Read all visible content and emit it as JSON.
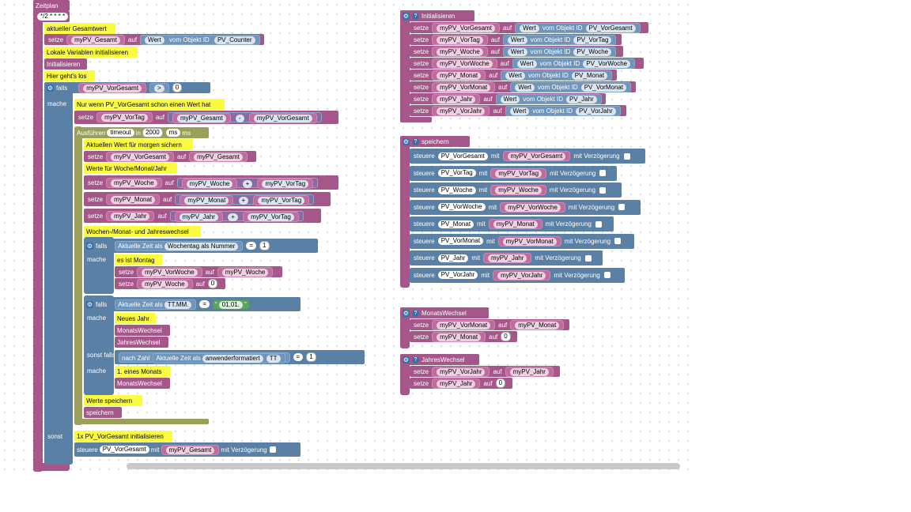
{
  "left": {
    "header": "Zeitplan",
    "cron": "*/2 * * * *",
    "c_gesamt": "aktueller Gesamtwert",
    "set_gesamt": {
      "kw": "setze",
      "var": "myPV_Gesamt",
      "auf": "auf",
      "wert": "Wert",
      "vom": "vom Objekt ID",
      "id": "PV_Counter"
    },
    "c_lokal": "Lokale Variablen initialisieren",
    "init": "Initialisieren",
    "c_los": "Hier geht's los",
    "falls": "falls",
    "mache": "mache",
    "sonst": "sonst",
    "sonstfalls": "sonst falls",
    "if1": {
      "var": "myPV_VorGesamt",
      "op": ">",
      "n": "0"
    },
    "c_nur": "Nur wenn PV_VorGesamt schon einen Wert hat",
    "set_vortag": {
      "var": "myPV_VorTag",
      "a": "myPV_Gesamt",
      "op": "-",
      "b": "myPV_VorGesamt"
    },
    "timeout": {
      "kw": "Ausführen",
      "t": "timeout",
      "in": "in",
      "ms": "2000",
      "unit": "ms",
      "unit2": "ms"
    },
    "c_sichern": "Aktuellen Wert für morgen sichern",
    "set_vg": {
      "var": "myPV_VorGesamt",
      "val": "myPV_Gesamt"
    },
    "c_woche": "Werte für Woche/Monat/Jahr",
    "set_woche": {
      "var": "myPV_Woche",
      "a": "myPV_Woche",
      "op": "+",
      "b": "myPV_VorTag"
    },
    "set_monat": {
      "var": "myPV_Monat",
      "a": "myPV_Monat",
      "op": "+",
      "b": "myPV_VorTag"
    },
    "set_jahr": {
      "var": "myPV_Jahr",
      "a": "myPV_Jahr",
      "op": "+",
      "b": "myPV_VorTag"
    },
    "c_wechsel": "Wochen-/Monat- und Jahreswechsel",
    "if2": {
      "kw": "Aktuelle Zeit als",
      "fmt": "Wochentag als Nummer",
      "op": "=",
      "n": "1"
    },
    "c_montag": "es ist Montag",
    "set_vw": {
      "var": "myPV_VorWoche",
      "val": "myPV_Woche"
    },
    "set_w0": {
      "var": "myPV_Woche",
      "n": "0"
    },
    "if3": {
      "kw": "Aktuelle Zeit als",
      "fmt": "TT.MM.",
      "op": "=",
      "q1": "“",
      "txt": "01.01.",
      "q2": "”"
    },
    "c_neujahr": "Neues Jahr",
    "monatswechsel": "MonatsWechsel",
    "jahreswechsel": "JahresWechsel",
    "if4": {
      "kw": "nach Zahl",
      "zeit": "Aktuelle Zeit als",
      "fmt": "anwenderformatiert",
      "tt": "TT",
      "op": "=",
      "n": "1"
    },
    "c_ersten": "1. eines Monats",
    "c_speichern": "Werte speichern",
    "speichern": "speichern",
    "c_init1x": "1x PV_VorGesamt initialisieren",
    "steuere_vg": {
      "kw": "steuere",
      "id": "PV_VorGesamt",
      "mit": "mit",
      "var": "myPV_Gesamt",
      "delay": "mit Verzögerung"
    }
  },
  "init_fn": {
    "title": "Initialisieren",
    "rows": [
      {
        "var": "myPV_VorGesamt",
        "id": "PV_VorGesamt"
      },
      {
        "var": "myPV_VorTag",
        "id": "PV_VorTag"
      },
      {
        "var": "myPV_Woche",
        "id": "PV_Woche"
      },
      {
        "var": "myPV_VorWoche",
        "id": "PV_VorWoche"
      },
      {
        "var": "myPV_Monat",
        "id": "PV_Monat"
      },
      {
        "var": "myPV_VorMonat",
        "id": "PV_VorMonat"
      },
      {
        "var": "myPV_Jahr",
        "id": "PV_Jahr"
      },
      {
        "var": "myPV_VorJahr",
        "id": "PV_VorJahr"
      }
    ],
    "setze": "setze",
    "auf": "auf",
    "wert": "Wert",
    "vom": "vom Objekt ID"
  },
  "save_fn": {
    "title": "speichern",
    "rows": [
      {
        "id": "PV_VorGesamt",
        "var": "myPV_VorGesamt"
      },
      {
        "id": "PV_VorTag",
        "var": "myPV_VorTag"
      },
      {
        "id": "PV_Woche",
        "var": "myPV_Woche"
      },
      {
        "id": "PV_VorWoche",
        "var": "myPV_VorWoche"
      },
      {
        "id": "PV_Monat",
        "var": "myPV_Monat"
      },
      {
        "id": "PV_VorMonat",
        "var": "myPV_VorMonat"
      },
      {
        "id": "PV_Jahr",
        "var": "myPV_Jahr"
      },
      {
        "id": "PV_VorJahr",
        "var": "myPV_VorJahr"
      }
    ],
    "steuere": "steuere",
    "mit": "mit",
    "delay": "mit Verzögerung"
  },
  "mw_fn": {
    "title": "MonatsWechsel",
    "r1": {
      "var": "myPV_VorMonat",
      "val": "myPV_Monat"
    },
    "r2": {
      "var": "myPV_Monat",
      "n": "0"
    }
  },
  "jw_fn": {
    "title": "JahresWechsel",
    "r1": {
      "var": "myPV_VorJahr",
      "val": "myPV_Jahr"
    },
    "r2": {
      "var": "myPV_Jahr",
      "n": "0"
    }
  },
  "colors": {
    "purple": "#a5578a",
    "blue": "#5b80a5",
    "comment": "#fbfb42",
    "olive": "#9aa05a"
  }
}
